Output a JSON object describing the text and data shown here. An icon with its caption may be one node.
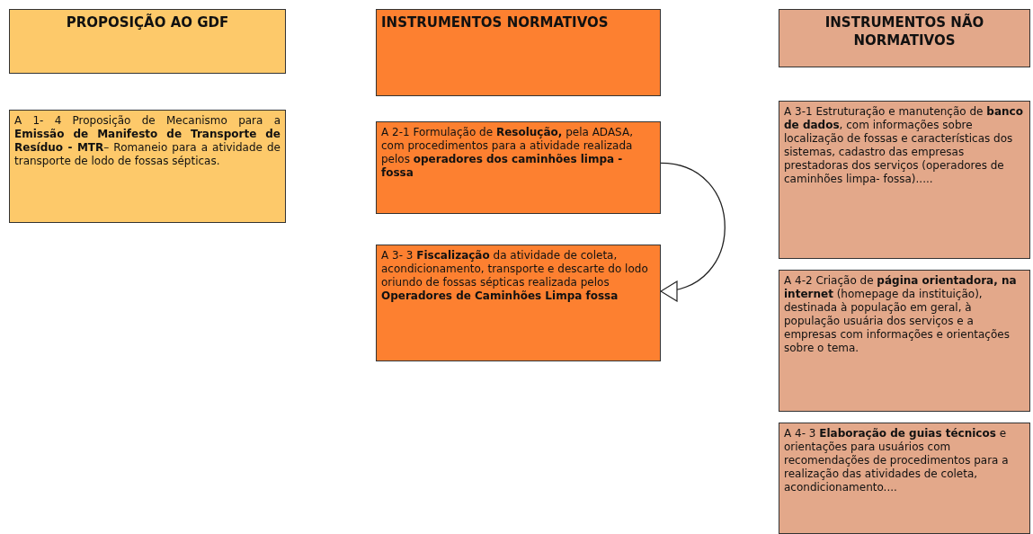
{
  "diagram": {
    "nodes": [
      {
        "text": [
          "PROPOSIÇÃO AO GDF"
        ]
      },
      {
        "text": [
          "A 1- 4 Proposição de Mecanismo para a **Emissão de Manifesto de Transporte de Resíduo - MTR**– Romaneio para a atividade de transporte de lodo de fossas sépticas."
        ]
      },
      {
        "text": [
          "INSTRUMENTOS NORMATIVOS"
        ]
      },
      {
        "text": [
          "A 2-1 Formulação de **Resolução,** pela ADASA, com procedimentos para a atividade realizada pelos **operadores dos caminhões limpa - fossa**"
        ]
      },
      {
        "text": [
          "A 3- 3 **Fiscalização** da atividade de coleta, acondicionamento, transporte e descarte do lodo oriundo de fossas sépticas realizada pelos **Operadores de Caminhões Limpa fossa**"
        ]
      },
      {
        "text": [
          "INSTRUMENTOS NÃO NORMATIVOS"
        ]
      },
      {
        "text": [
          "A 3-1 Estruturação e manutenção de **banco de dados**, com informações sobre localização de fossas e características dos sistemas, cadastro das empresas prestadoras dos serviços (operadores de caminhões limpa- fossa)....."
        ]
      },
      {
        "text": [
          "A 4-2 Criação de **página orientadora, na internet** (homepage da instituição), destinada à população em geral, à população usuária dos serviços e a empresas com informações e orientações sobre o tema."
        ]
      },
      {
        "text": [
          "A 4- 3 **Elaboração de guias técnicos** e orientações para usuários com recomendações de procedimentos para a realização das atividades de coleta, acondicionamento...."
        ]
      }
    ],
    "edges": [
      {
        "from": 3,
        "to": 4,
        "arrow": "to"
      }
    ]
  }
}
